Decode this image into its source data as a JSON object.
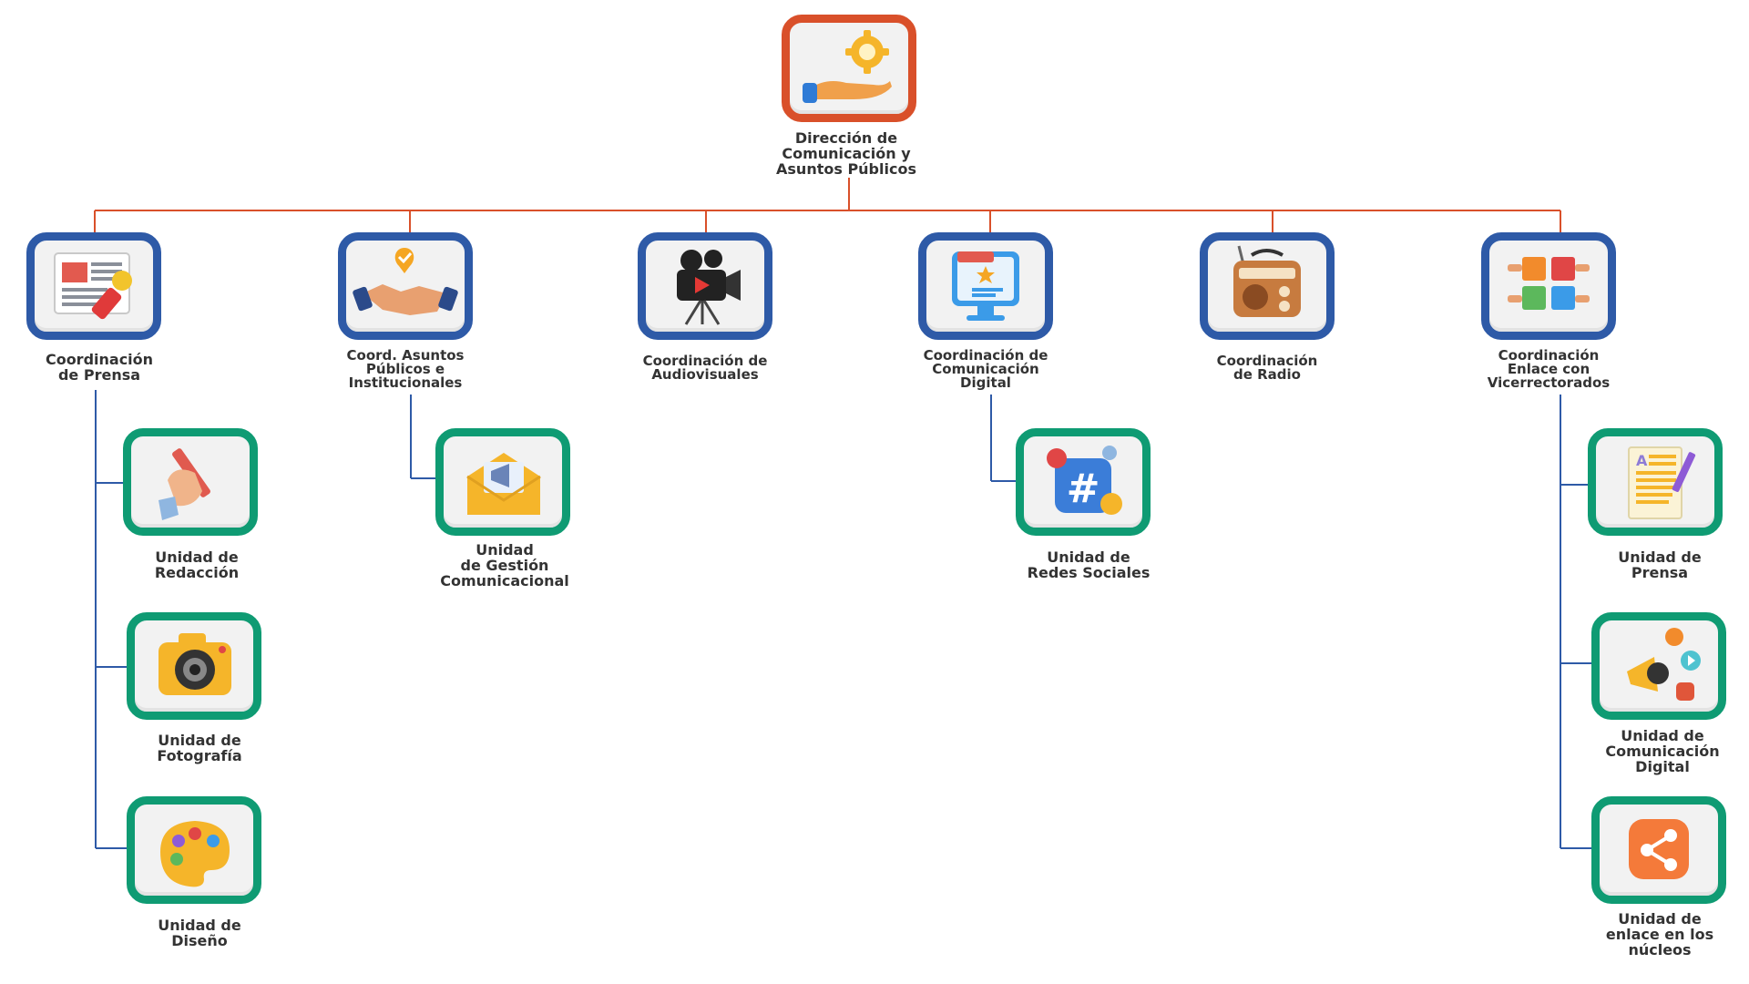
{
  "colors": {
    "connector": "#d9502a",
    "sub_connector": "#2e5aa7",
    "top_border": "#d9502a",
    "coordination_border": "#2e5aa7",
    "unit_border": "#0f9b73",
    "text": "#333333"
  },
  "top": {
    "icon": "hand-gear-icon",
    "label": [
      "Dirección de",
      "Comunicación y",
      "Asuntos Públicos"
    ]
  },
  "coordinations": [
    {
      "icon": "newspaper-microphone-icon",
      "label": [
        "Coordinación",
        "de Prensa"
      ]
    },
    {
      "icon": "handshake-icon",
      "label": [
        "Coord. Asuntos",
        "Públicos e",
        "Institucionales"
      ]
    },
    {
      "icon": "video-camera-icon",
      "label": [
        "Coordinación de",
        "Audiovisuales"
      ]
    },
    {
      "icon": "monitor-icon",
      "label": [
        "Coordinación de",
        "Comunicación",
        "Digital"
      ]
    },
    {
      "icon": "radio-icon",
      "label": [
        "Coordinación",
        "de Radio"
      ]
    },
    {
      "icon": "puzzle-hands-icon",
      "label": [
        "Coordinación",
        "Enlace con",
        "Vicerrectorados"
      ]
    }
  ],
  "units": [
    {
      "icon": "pencil-hand-icon",
      "label": [
        "Unidad de",
        "Redacción"
      ]
    },
    {
      "icon": "photo-camera-icon",
      "label": [
        "Unidad de",
        "Fotografía"
      ]
    },
    {
      "icon": "paint-palette-icon",
      "label": [
        "Unidad de",
        "Diseño"
      ]
    },
    {
      "icon": "megaphone-envelope-icon",
      "label": [
        "Unidad",
        "de Gestión",
        "Comunicacional"
      ]
    },
    {
      "icon": "hashtag-icon",
      "label": [
        "Unidad de",
        "Redes Sociales"
      ]
    },
    {
      "icon": "document-pencil-icon",
      "label": [
        "Unidad de",
        "Prensa"
      ]
    },
    {
      "icon": "megaphone-social-icon",
      "label": [
        "Unidad de",
        "Comunicación",
        "Digital"
      ]
    },
    {
      "icon": "share-icon",
      "label": [
        "Unidad de",
        "enlace en los",
        "núcleos"
      ]
    }
  ]
}
